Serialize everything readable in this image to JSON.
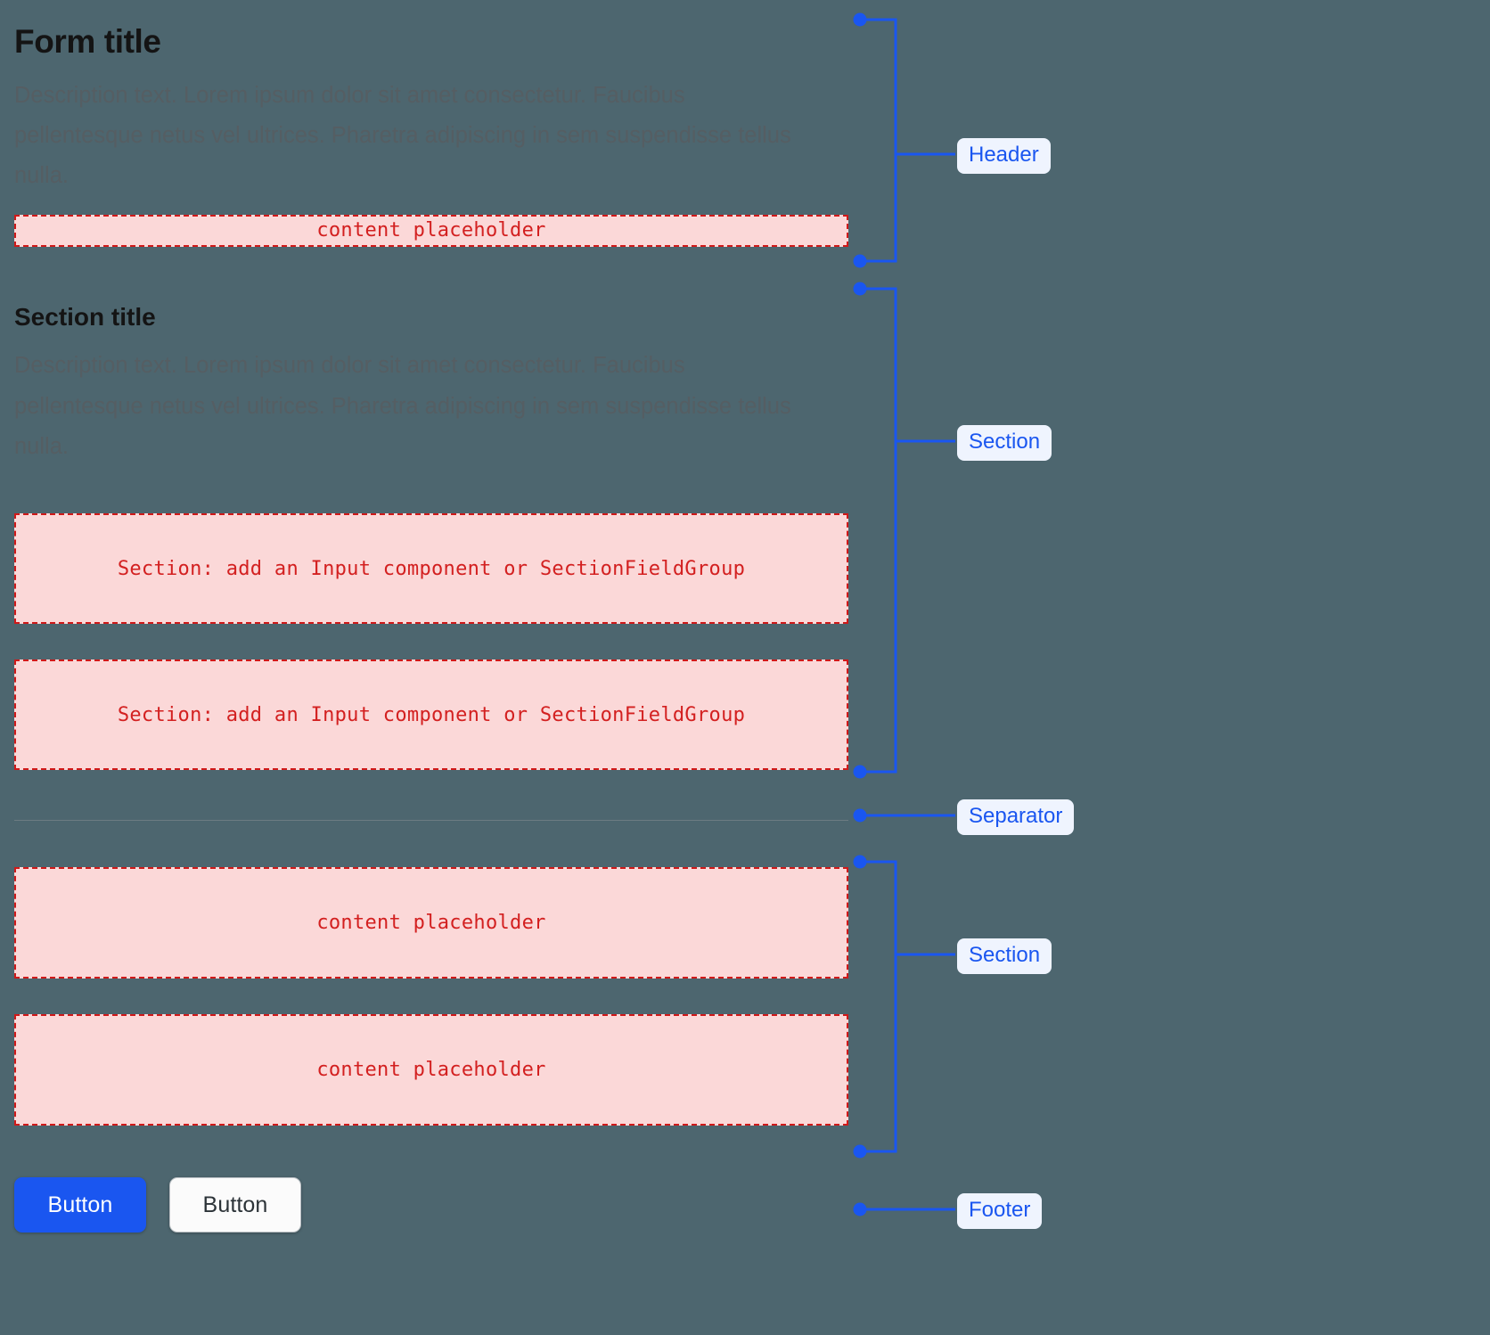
{
  "theme": {
    "background": "#4d666f",
    "annotation_color": "#1a56f0",
    "annotation_label_bg": "#eff4fe",
    "placeholder_fill": "#fbd8d8",
    "placeholder_border": "#d01919",
    "placeholder_text": "#d32020",
    "primary_button_bg": "#1a56f0",
    "secondary_button_bg": "#fbfbfb",
    "separator_color": "#6c7c82",
    "title_color": "#141414",
    "description_color": "#555e63"
  },
  "header": {
    "title": "Form title",
    "description": "Description text. Lorem ipsum dolor sit amet consectetur. Faucibus pellentesque netus vel ultrices. Pharetra adipiscing in sem suspendisse tellus nulla.",
    "placeholder": "content placeholder"
  },
  "section_one": {
    "title": "Section title",
    "description": "Description text. Lorem ipsum dolor sit amet consectetur. Faucibus pellentesque netus vel ultrices. Pharetra adipiscing in sem suspendisse tellus nulla.",
    "placeholders": [
      "Section: add an Input component or SectionFieldGroup",
      "Section: add an Input component or SectionFieldGroup"
    ]
  },
  "section_two": {
    "placeholders": [
      "content placeholder",
      "content placeholder"
    ]
  },
  "footer": {
    "buttons": [
      {
        "label": "Button",
        "variant": "primary"
      },
      {
        "label": "Button",
        "variant": "secondary"
      }
    ]
  },
  "annotations": [
    {
      "label": "Header"
    },
    {
      "label": "Section"
    },
    {
      "label": "Separator"
    },
    {
      "label": "Section"
    },
    {
      "label": "Footer"
    }
  ]
}
